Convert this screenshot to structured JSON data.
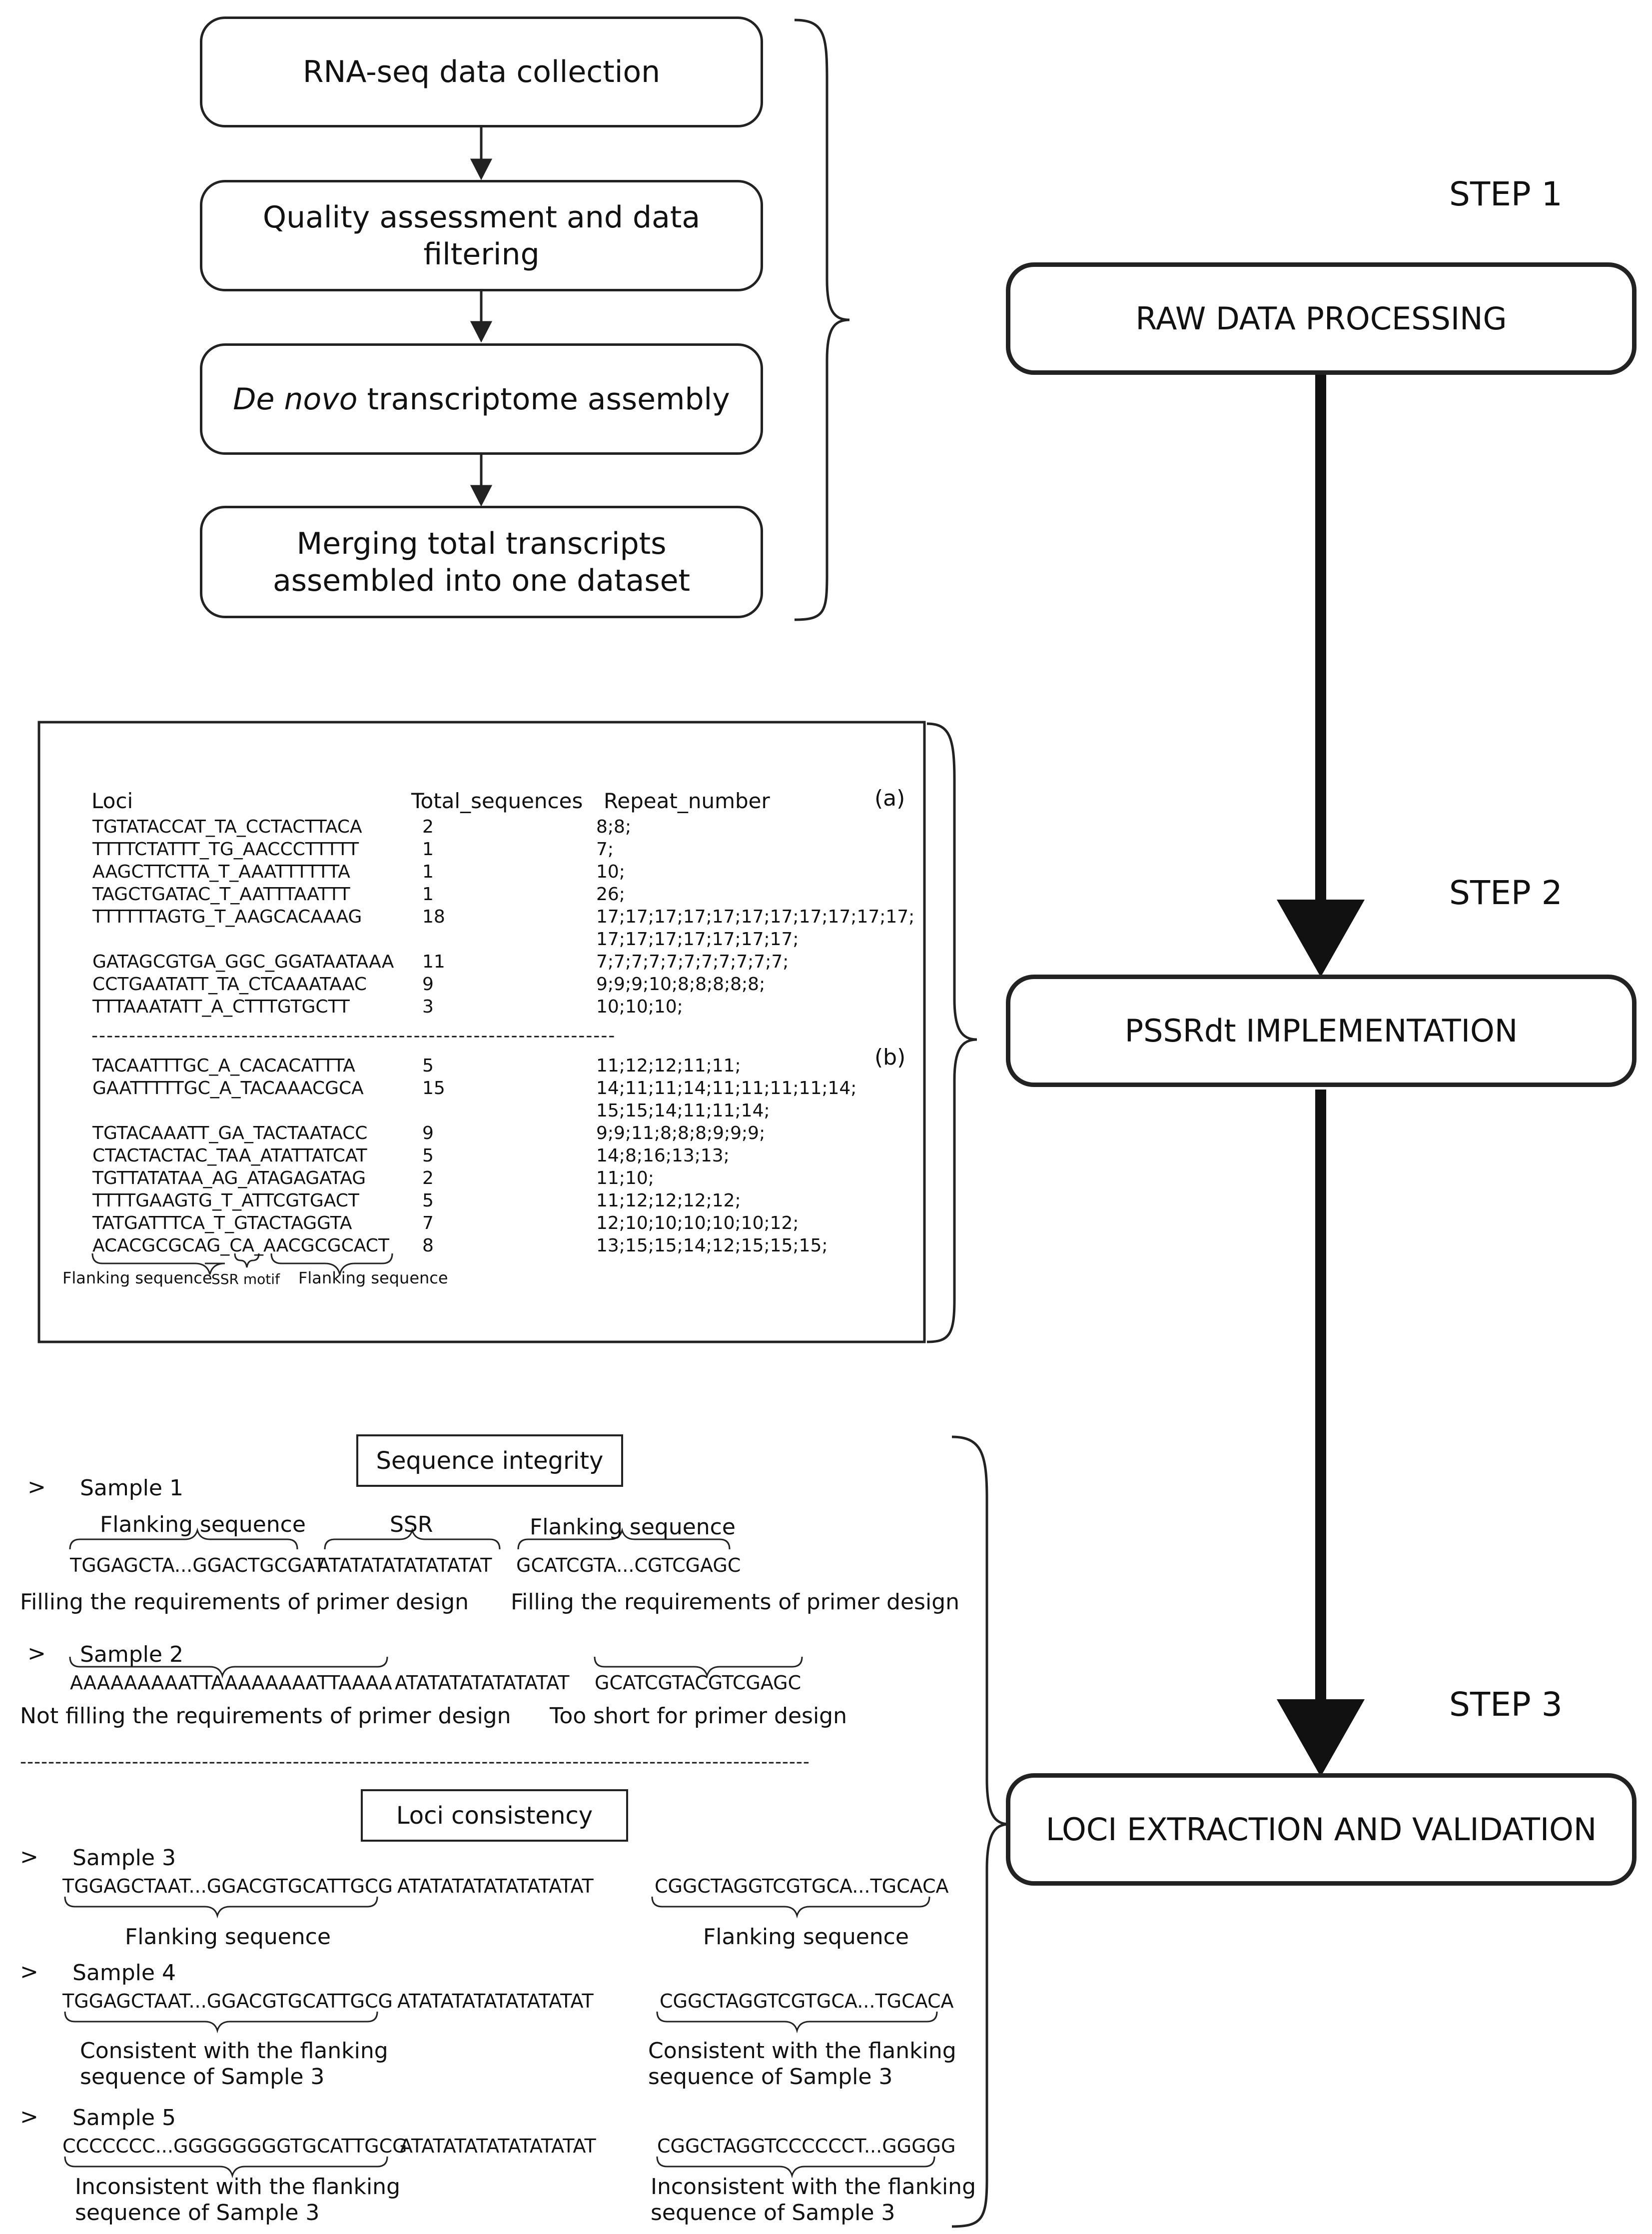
{
  "workflow": {
    "box1": "RNA-seq data collection",
    "box2": "Quality assessment and data filtering",
    "box3_italic": "De novo",
    "box3_rest": " transcriptome assembly",
    "box4_line1": "Merging total transcripts",
    "box4_line2": "assembled into one dataset"
  },
  "steps": [
    {
      "label": "STEP 1",
      "box": "RAW DATA PROCESSING"
    },
    {
      "label": "STEP 2",
      "box": "PSSRdt IMPLEMENTATION"
    },
    {
      "label": "STEP 3",
      "box": "LOCI EXTRACTION AND VALIDATION"
    }
  ],
  "table": {
    "headers": [
      "Loci",
      "Total_sequences",
      "Repeat_number"
    ],
    "tag_a": "(a)",
    "tag_b": "(b)",
    "rows_a": [
      {
        "loci": "TGTATACCAT_TA_CCTACTTACA",
        "total": "2",
        "repeat": "8;8;"
      },
      {
        "loci": "TTTTCTATTT_TG_AACCCTTTTT",
        "total": "1",
        "repeat": "7;"
      },
      {
        "loci": "AAGCTTCTTA_T_AAATTTTTTA",
        "total": "1",
        "repeat": "10;"
      },
      {
        "loci": "TAGCTGATAC_T_AATTTAATTT",
        "total": "1",
        "repeat": "26;"
      },
      {
        "loci": "TTTTTTAGTG_T_AAGCACAAAG",
        "total": "18",
        "repeat": "17;17;17;17;17;17;17;17;17;17;17;"
      },
      {
        "loci": "",
        "total": "",
        "repeat": "17;17;17;17;17;17;17;"
      },
      {
        "loci": "GATAGCGTGA_GGC_GGATAATAAA",
        "total": "11",
        "repeat": "7;7;7;7;7;7;7;7;7;7;7;"
      },
      {
        "loci": "CCTGAATATT_TA_CTCAAATAAC",
        "total": "9",
        "repeat": "9;9;9;10;8;8;8;8;8;"
      },
      {
        "loci": "TTTAAATATT_A_CTTTGTGCTT",
        "total": "3",
        "repeat": "10;10;10;"
      }
    ],
    "separator": "----------------------------------------------------------------------",
    "rows_b": [
      {
        "loci": "TACAATTTGC_A_CACACATTTA",
        "total": "5",
        "repeat": "11;12;12;11;11;"
      },
      {
        "loci": "GAATTTTTGC_A_TACAAACGCA",
        "total": "15",
        "repeat": "14;11;11;14;11;11;11;11;14;"
      },
      {
        "loci": "",
        "total": "",
        "repeat": "15;15;14;11;11;14;"
      },
      {
        "loci": "TGTACAAATT_GA_TACTAATACC",
        "total": "9",
        "repeat": "9;9;11;8;8;8;9;9;9;"
      },
      {
        "loci": "CTACTACTAC_TAA_ATATTATCAT",
        "total": "5",
        "repeat": "14;8;16;13;13;"
      },
      {
        "loci": "TGTTATATAA_AG_ATAGAGATAG",
        "total": "2",
        "repeat": "11;10;"
      },
      {
        "loci": "TTTTGAAGTG_T_ATTCGTGACT",
        "total": "5",
        "repeat": "11;12;12;12;12;"
      },
      {
        "loci": "TATGATTTCA_T_GTACTAGGTA",
        "total": "7",
        "repeat": "12;10;10;10;10;10;12;"
      },
      {
        "loci": "ACACGCGCAG_CA_AACGCGCACT",
        "total": "8",
        "repeat": "13;15;15;14;12;15;15;15;"
      }
    ],
    "anno_left": "Flanking sequence",
    "anno_mid": "SSR motif",
    "anno_right": "Flanking sequence"
  },
  "integrity": {
    "title": "Sequence integrity",
    "sample1": {
      "name": "Sample 1",
      "lbl_left": "Flanking sequence",
      "lbl_mid": "SSR",
      "lbl_right": "Flanking sequence",
      "seq_left": "TGGAGCTA...GGACTGCGAT",
      "seq_mid": "ATATATATATATATAT",
      "seq_right": "GCATCGTA...CGTCGAGC",
      "cap_left": "Filling the requirements of primer design",
      "cap_right": "Filling the requirements of primer design"
    },
    "sample2": {
      "name": "Sample 2",
      "seq_left": "AAAAAAAAATTAAAAAAAATTAAAA",
      "seq_mid": "ATATATATATATATAT",
      "seq_right": "GCATCGTACGTCGAGC",
      "cap_left": "Not filling the requirements of primer design",
      "cap_right": "Too short for primer design"
    },
    "divider": "-----------------------------------------------------------------------------------------------------------------"
  },
  "consistency": {
    "title": "Loci consistency",
    "sample3": {
      "name": "Sample 3",
      "seq_left": "TGGAGCTAAT...GGACGTGCATTGCG",
      "seq_mid": "ATATATATATATATATAT",
      "seq_right": "CGGCTAGGTCGTGCA...TGCACA",
      "cap_left": "Flanking sequence",
      "cap_right": "Flanking sequence"
    },
    "sample4": {
      "name": "Sample 4",
      "seq_left": "TGGAGCTAAT...GGACGTGCATTGCG",
      "seq_mid": "ATATATATATATATATAT",
      "seq_right": "CGGCTAGGTCGTGCA...TGCACA",
      "cap_left_1": "Consistent with the flanking",
      "cap_left_2": "sequence of Sample 3",
      "cap_right_1": "Consistent with the flanking",
      "cap_right_2": "sequence of Sample 3"
    },
    "sample5": {
      "name": "Sample 5",
      "seq_left": "CCCCCCC...GGGGGGGGTGCATTGCG",
      "seq_mid": "ATATATATATATATATAT",
      "seq_right": "CGGCTAGGTCCCCCCT...GGGGG",
      "cap_left_1": "Inconsistent with the flanking",
      "cap_left_2": "sequence of Sample 3",
      "cap_right_1": "Inconsistent with the flanking",
      "cap_right_2": "sequence of Sample 3"
    }
  },
  "bullet": ">"
}
